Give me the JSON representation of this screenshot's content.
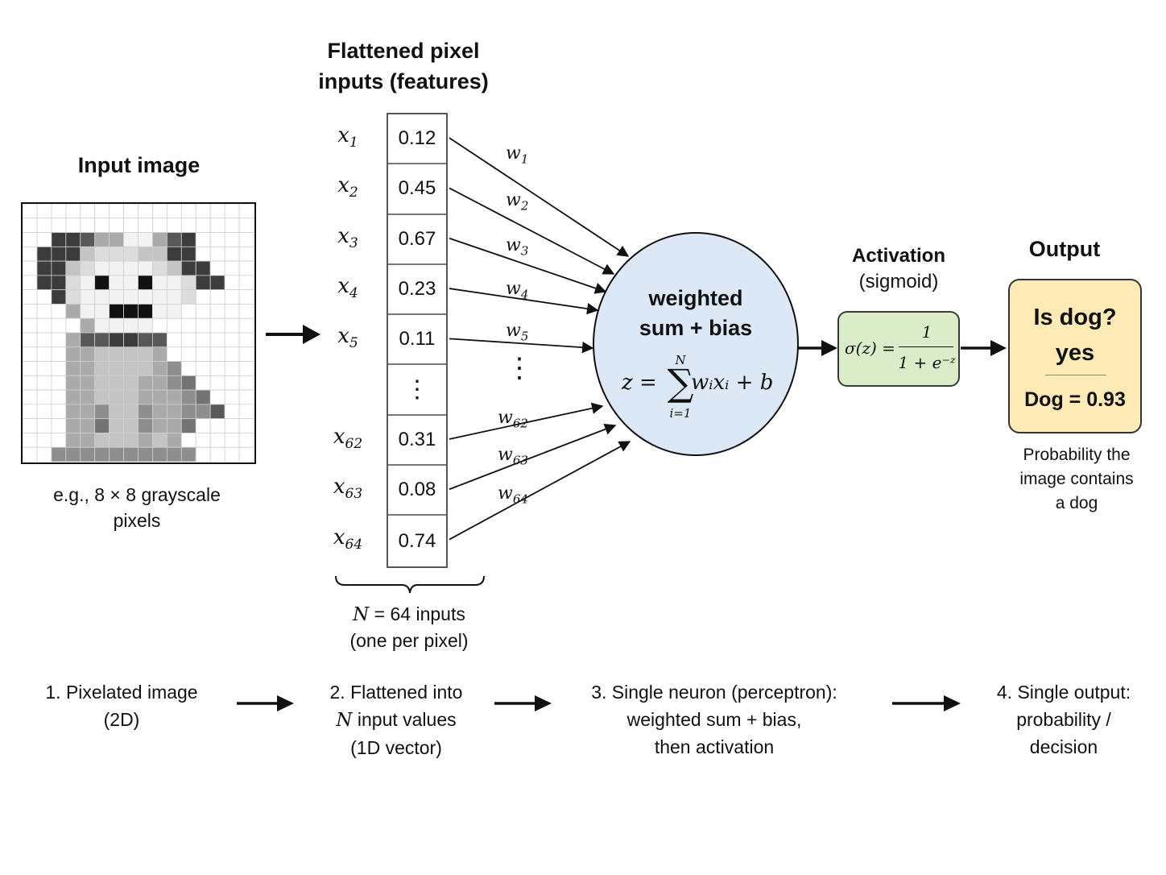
{
  "input_image": {
    "title": "Input image",
    "caption_line1": "e.g., 8 × 8 grayscale",
    "caption_line2": "pixels",
    "image_subject": "pixelated dog icon"
  },
  "features": {
    "title_line1": "Flattened pixel",
    "title_line2": "inputs (features)",
    "rows": [
      {
        "var": "x",
        "sub": "1",
        "value": "0.12",
        "weight": "w",
        "wsub": "1"
      },
      {
        "var": "x",
        "sub": "2",
        "value": "0.45",
        "weight": "w",
        "wsub": "2"
      },
      {
        "var": "x",
        "sub": "3",
        "value": "0.67",
        "weight": "w",
        "wsub": "3"
      },
      {
        "var": "x",
        "sub": "4",
        "value": "0.23",
        "weight": "w",
        "wsub": "4"
      },
      {
        "var": "x",
        "sub": "5",
        "value": "0.11",
        "weight": "w",
        "wsub": "5"
      },
      {
        "var": "",
        "sub": "",
        "value": "⋮",
        "weight": "",
        "wsub": ""
      },
      {
        "var": "x",
        "sub": "62",
        "value": "0.31",
        "weight": "w",
        "wsub": "62"
      },
      {
        "var": "x",
        "sub": "63",
        "value": "0.08",
        "weight": "w",
        "wsub": "63"
      },
      {
        "var": "x",
        "sub": "64",
        "value": "0.74",
        "weight": "w",
        "wsub": "64"
      }
    ],
    "weight_dots": "⋮",
    "count_var": "N",
    "count_text": " = 64 inputs",
    "count_line2": "(one per pixel)"
  },
  "neuron": {
    "label_line1": "weighted",
    "label_line2": "sum + bias",
    "formula_lhs": "z =",
    "sum_symbol": "∑",
    "sum_upper": "N",
    "sum_lower": "i=1",
    "formula_rhs": "wᵢxᵢ + b"
  },
  "activation": {
    "title": "Activation",
    "subtitle": "(sigmoid)",
    "formula_lhs": "σ(z) =",
    "numerator": "1",
    "denominator": "1 + e⁻ᶻ"
  },
  "output": {
    "title": "Output",
    "question": "Is dog?",
    "answer": "yes",
    "result": "Dog = 0.93",
    "caption_line1": "Probability the",
    "caption_line2": "image contains",
    "caption_line3": "a dog"
  },
  "steps": [
    {
      "line1": "1. Pixelated image",
      "line2": "(2D)",
      "line3": ""
    },
    {
      "line1": "2. Flattened into",
      "line2_var": "N",
      "line2": " input values",
      "line3": "(1D vector)"
    },
    {
      "line1": "3. Single neuron (perceptron):",
      "line2": "weighted sum + bias,",
      "line3": "then activation"
    },
    {
      "line1": "4. Single output:",
      "line2": "probability /",
      "line3": "decision"
    }
  ],
  "colors": {
    "neuron_fill": "#dce8f6",
    "activation_fill": "#dbecc8",
    "output_fill": "#fdeab5"
  }
}
